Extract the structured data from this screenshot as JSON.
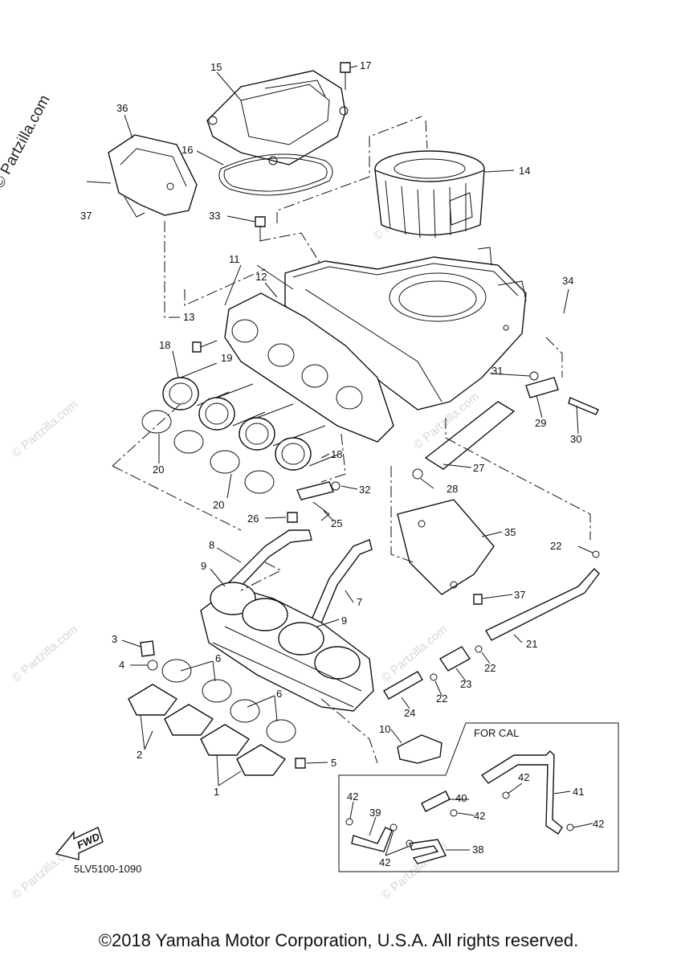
{
  "copyright": "©2018 Yamaha Motor Corporation, U.S.A. All rights reserved.",
  "watermark_text": "© Partzilla.com",
  "watermark_faint": "© Partzilla.com",
  "diagram_code": "5LV5100-1090",
  "inset_title": "FOR CAL",
  "fwd_badge": "FWD",
  "callouts": [
    {
      "id": "c15",
      "text": "15"
    },
    {
      "id": "c17",
      "text": "17"
    },
    {
      "id": "c36",
      "text": "36"
    },
    {
      "id": "c16",
      "text": "16"
    },
    {
      "id": "c14",
      "text": "14"
    },
    {
      "id": "c37a",
      "text": "37"
    },
    {
      "id": "c33",
      "text": "33"
    },
    {
      "id": "c11",
      "text": "11"
    },
    {
      "id": "c12",
      "text": "12"
    },
    {
      "id": "c34",
      "text": "34"
    },
    {
      "id": "c13",
      "text": "13"
    },
    {
      "id": "c18a",
      "text": "18"
    },
    {
      "id": "c19",
      "text": "19"
    },
    {
      "id": "c31",
      "text": "31"
    },
    {
      "id": "c29",
      "text": "29"
    },
    {
      "id": "c30",
      "text": "30"
    },
    {
      "id": "c20a",
      "text": "20"
    },
    {
      "id": "c18b",
      "text": "18"
    },
    {
      "id": "c27",
      "text": "27"
    },
    {
      "id": "c28",
      "text": "28"
    },
    {
      "id": "c32",
      "text": "32"
    },
    {
      "id": "c20b",
      "text": "20"
    },
    {
      "id": "c26",
      "text": "26"
    },
    {
      "id": "c25",
      "text": "25"
    },
    {
      "id": "c35",
      "text": "35"
    },
    {
      "id": "c8",
      "text": "8"
    },
    {
      "id": "c22a",
      "text": "22"
    },
    {
      "id": "c9a",
      "text": "9"
    },
    {
      "id": "c7",
      "text": "7"
    },
    {
      "id": "c37b",
      "text": "37"
    },
    {
      "id": "c9b",
      "text": "9"
    },
    {
      "id": "c3",
      "text": "3"
    },
    {
      "id": "c21",
      "text": "21"
    },
    {
      "id": "c4",
      "text": "4"
    },
    {
      "id": "c6a",
      "text": "6"
    },
    {
      "id": "c22b",
      "text": "22"
    },
    {
      "id": "c23",
      "text": "23"
    },
    {
      "id": "c6b",
      "text": "6"
    },
    {
      "id": "c22c",
      "text": "22"
    },
    {
      "id": "c24",
      "text": "24"
    },
    {
      "id": "c10",
      "text": "10"
    },
    {
      "id": "c2",
      "text": "2"
    },
    {
      "id": "c5",
      "text": "5"
    },
    {
      "id": "c1",
      "text": "1"
    },
    {
      "id": "c42a",
      "text": "42"
    },
    {
      "id": "c41",
      "text": "41"
    },
    {
      "id": "c40",
      "text": "40"
    },
    {
      "id": "c42b",
      "text": "42"
    },
    {
      "id": "c42c",
      "text": "42"
    },
    {
      "id": "c39",
      "text": "39"
    },
    {
      "id": "c42d",
      "text": "42"
    },
    {
      "id": "c38",
      "text": "38"
    },
    {
      "id": "c42e",
      "text": "42"
    }
  ]
}
